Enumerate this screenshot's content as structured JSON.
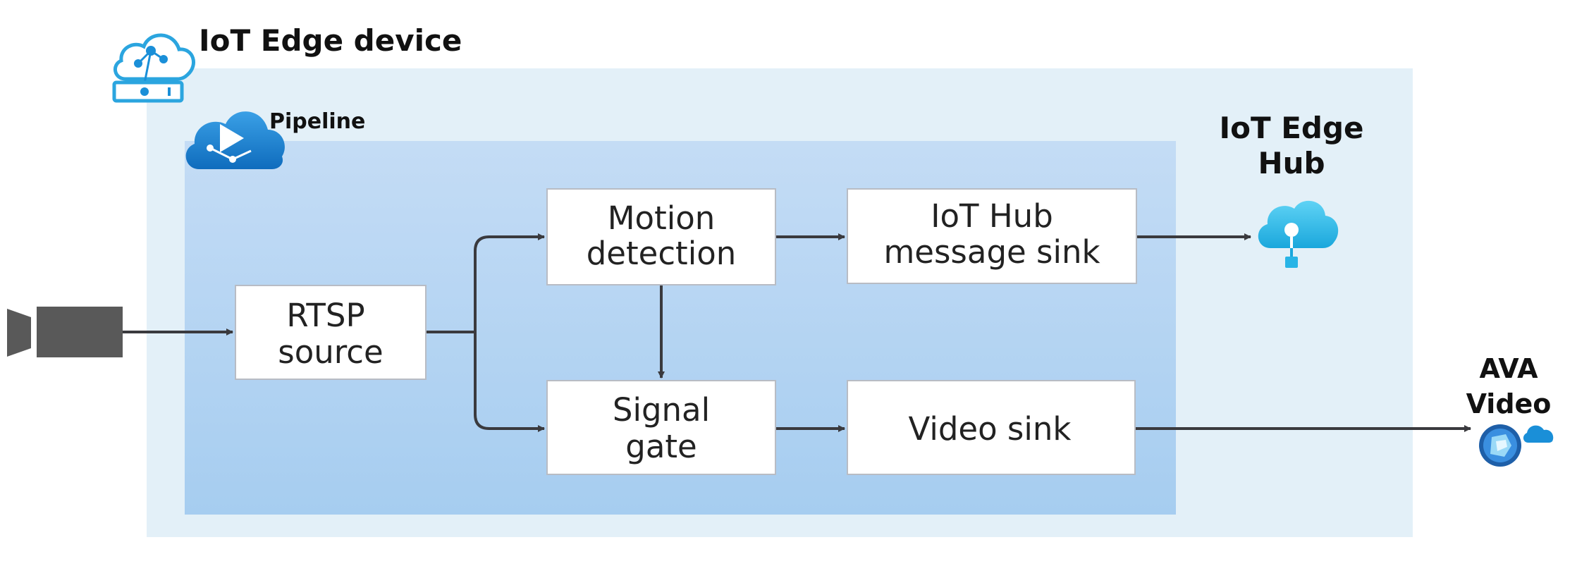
{
  "device": {
    "title": "IoT Edge device"
  },
  "pipeline": {
    "label": "Pipeline"
  },
  "hub": {
    "line1": "IoT Edge",
    "line2": "Hub"
  },
  "ava": {
    "line1": "AVA",
    "line2": "Video"
  },
  "nodes": {
    "rtsp": {
      "line1": "RTSP",
      "line2": "source"
    },
    "motion": {
      "line1": "Motion",
      "line2": "detection"
    },
    "signal": {
      "line1": "Signal",
      "line2": "gate"
    },
    "iothub": {
      "line1": "IoT Hub",
      "line2": "message sink"
    },
    "video": {
      "line1": "Video sink"
    }
  },
  "colors": {
    "outer_bg": "#e3f0f8",
    "pipeline_bg_top": "#c4dcf5",
    "pipeline_bg_bottom": "#a6cdf0",
    "node_fill": "#ffffff",
    "node_border": "#b8bcc4",
    "arrow": "#3a3a3e",
    "camera": "#595959",
    "azure_blue": "#1a8fd8",
    "hub_cyan": "#3cc2ee"
  }
}
